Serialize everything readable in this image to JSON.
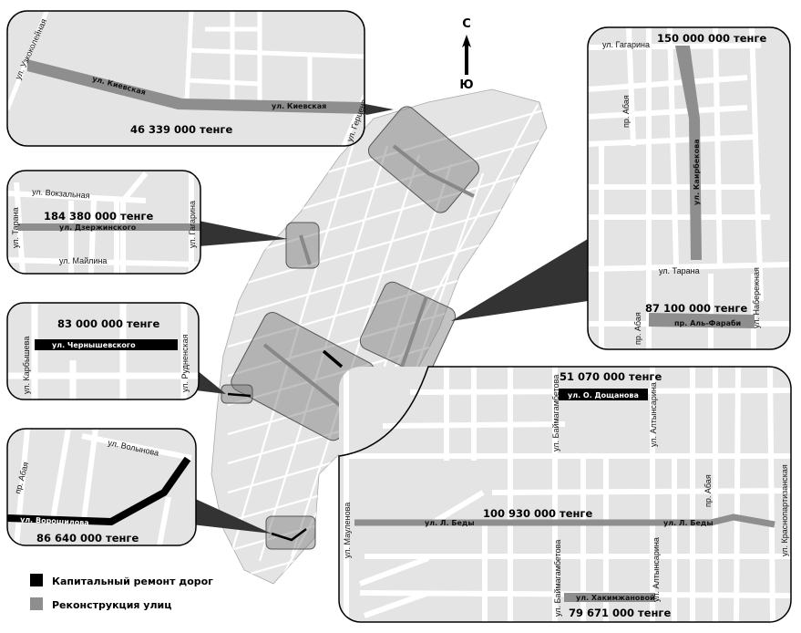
{
  "compass": {
    "north": "С",
    "south": "Ю"
  },
  "colors": {
    "capital_repair": "#000000",
    "reconstruction": "#8e8e8e",
    "block": "#e4e4e4",
    "street": "#ffffff"
  },
  "legend": [
    {
      "label": "Капитальный ремонт дорог",
      "color": "#000000"
    },
    {
      "label": "Реконструкция улиц",
      "color": "#8e8e8e"
    }
  ],
  "panels": {
    "kievskaya": {
      "cost": "46 339 000 тенге",
      "street": "ул. Киевская",
      "streets": [
        "ул. Узкоколейная",
        "ул. Герцена"
      ]
    },
    "dzerzhinskogo": {
      "cost": "184 380 000 тенге",
      "street": "ул. Дзержинского",
      "streets": [
        "ул. Вокзальная",
        "ул. Тарана",
        "ул. Гагарина",
        "ул. Майлина"
      ]
    },
    "chernyshevskogo": {
      "cost": "83 000 000 тенге",
      "street": "ул. Чернышевского",
      "streets": [
        "ул. Карбышева",
        "ул. Рудненская"
      ]
    },
    "voroshilova": {
      "cost": "86 640 000 тенге",
      "street": "ул. Ворошилова",
      "streets": [
        "ул. Волынова",
        "пр. Абая"
      ]
    },
    "kairbekova": {
      "cost": "150 000 000 тенге",
      "street": "ул. Каирбекова",
      "cost2": "87 100 000 тенге",
      "street2": "пр. Аль-Фараби",
      "streets": [
        "ул. Гагарина",
        "пр. Абая",
        "ул. Тарана",
        "ул. Набережная",
        "пр. Абая"
      ]
    },
    "bedy": {
      "cost": "100 930 000 тенге",
      "street": "ул. Л. Беды",
      "cost2": "51 070 000 тенге",
      "street2": "ул. О. Дощанова",
      "cost3": "79 671 000 тенге",
      "street3": "ул. Хакимжановой",
      "streets": [
        "ул. Мауленова",
        "ул. Баймагамбетова",
        "ул. Алтынсарина",
        "ул. Баймагамбетова",
        "ул. Алтынсарина",
        "пр. Абая",
        "ул. Краснопартизанская"
      ]
    }
  }
}
